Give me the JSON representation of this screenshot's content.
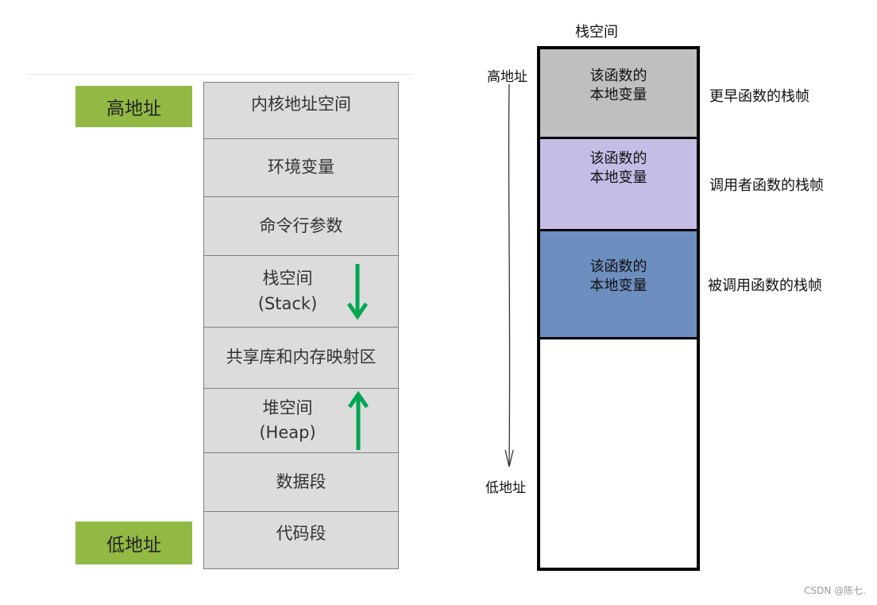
{
  "memory_layout": {
    "high_addr_label": "高地址",
    "low_addr_label": "低地址",
    "segments": [
      {
        "lines": [
          "内核地址空间"
        ]
      },
      {
        "lines": [
          "环境变量"
        ]
      },
      {
        "lines": [
          "命令行参数"
        ]
      },
      {
        "lines": [
          "栈空间",
          "(Stack)"
        ]
      },
      {
        "lines": [
          "共享库和内存映射区"
        ]
      },
      {
        "lines": [
          "堆空间",
          "(Heap)"
        ]
      },
      {
        "lines": [
          "数据段"
        ]
      },
      {
        "lines": [
          "代码段"
        ]
      }
    ],
    "arrow_color": "#00a651",
    "segment_color": "#dcdcdc",
    "tag_color": "#92b944"
  },
  "stack_frames": {
    "title": "栈空间",
    "high_addr_label": "高地址",
    "low_addr_label": "低地址",
    "frames": [
      {
        "lines": [
          "该函数的",
          "本地变量"
        ],
        "side_label": "更早函数的栈帧",
        "color": "#bfbfbf"
      },
      {
        "lines": [
          "该函数的",
          "本地变量"
        ],
        "side_label": "调用者函数的栈帧",
        "color": "#c5bde6"
      },
      {
        "lines": [
          "该函数的",
          "本地变量"
        ],
        "side_label": "被调用函数的栈帧",
        "color": "#6d8fbf"
      }
    ]
  },
  "credit": "CSDN @陈七."
}
